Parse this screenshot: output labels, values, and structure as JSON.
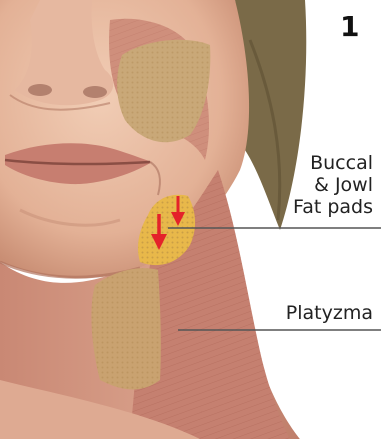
{
  "panel": {
    "number": "1"
  },
  "labels": {
    "fat_pads": {
      "line1": "Buccal",
      "line2": "& Jowl",
      "line3": "Fat pads"
    },
    "platyzma": "Platyzma"
  },
  "colors": {
    "skin": "#e9bfa4",
    "skin_shadow": "#d49b82",
    "muscle": "#c98a78",
    "fat_pad": "#c9a878",
    "jowl_fat": "#e8b84a",
    "arrow": "#e4222a",
    "hair": "#7a6a48",
    "leader_line": "#555555"
  }
}
